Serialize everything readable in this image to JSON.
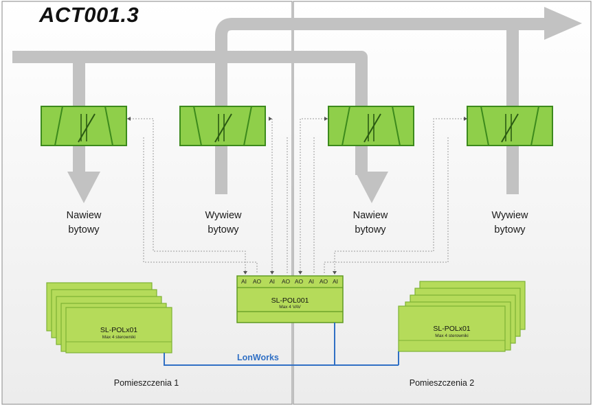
{
  "title": "ACT001.3",
  "dampers": [
    {
      "id": "damper-1",
      "kind": "supply"
    },
    {
      "id": "damper-2",
      "kind": "exhaust"
    },
    {
      "id": "damper-3",
      "kind": "supply"
    },
    {
      "id": "damper-4",
      "kind": "exhaust"
    }
  ],
  "captions": {
    "supply_1": {
      "line1": "Nawiew",
      "line2": "bytowy"
    },
    "exhaust_1": {
      "line1": "Wywiew",
      "line2": "bytowy"
    },
    "supply_2": {
      "line1": "Nawiew",
      "line2": "bytowy"
    },
    "exhaust_2": {
      "line1": "Wywiew",
      "line2": "bytowy"
    }
  },
  "main_controller": {
    "name": "SL-POL001",
    "subtitle": "Max 4 VAV",
    "io": [
      "AI",
      "AO",
      "AI",
      "AO",
      "AO",
      "AI",
      "AO",
      "AI"
    ]
  },
  "room_controllers": [
    {
      "name": "SL-POLx01",
      "subtitle": "Max 4 sterowniki"
    },
    {
      "name": "SL-POLx01",
      "subtitle": "Max 4 sterowniki"
    }
  ],
  "bus_label": "LonWorks",
  "rooms": [
    "Pomieszczenia 1",
    "Pomieszczenia 2"
  ],
  "colors": {
    "duct": "#c2c2c2",
    "damper_fill": "#8fcf4a",
    "damper_stroke": "#3c8a1c",
    "controller_fill": "#b5db5a",
    "controller_stroke": "#5f9a22",
    "bus": "#2f6fc4",
    "divider": "#b0b0b0"
  }
}
